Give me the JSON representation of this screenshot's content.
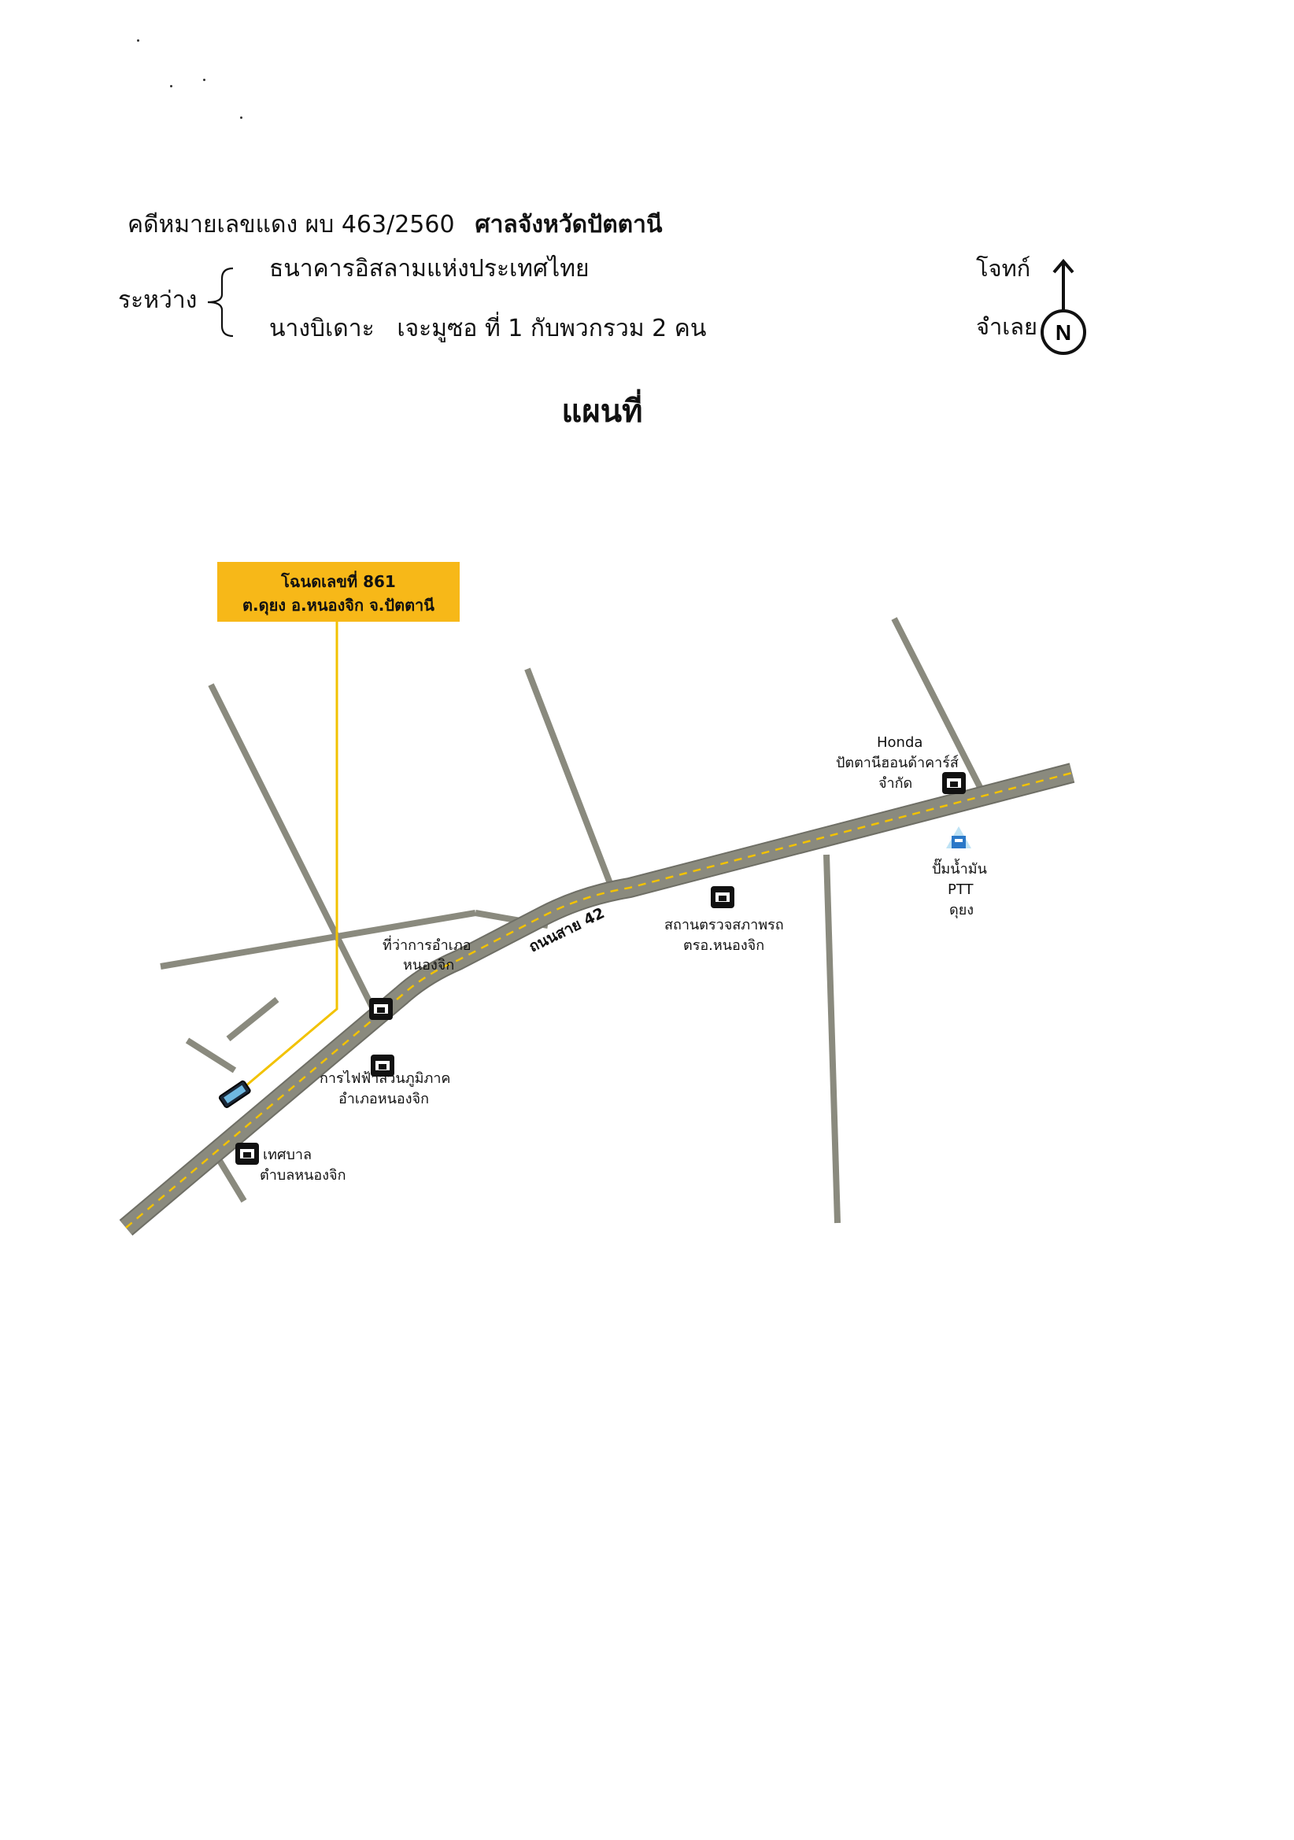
{
  "header": {
    "case_number": "คดีหมายเลขแดง ผบ 463/2560",
    "court": "ศาลจังหวัดปัตตานี",
    "between_label": "ระหว่าง",
    "plaintiff": "ธนาคารอิสลามแห่งประเทศไทย",
    "defendant": "นางบิเดาะ   เจะมูซอ ที่ 1 กับพวกรวม 2 คน",
    "plaintiff_role": "โจทก์",
    "defendant_role": "จำเลย",
    "compass_letter": "N"
  },
  "map": {
    "title": "แผนที่",
    "callout": {
      "line1": "โฉนดเลขที่ 861",
      "line2": "ต.ดุยง อ.หนองจิก จ.ปัตตานี"
    },
    "road_label": "ถนนสาย 42",
    "landmarks": {
      "district_office_1": "ที่ว่าการอำเภอ",
      "district_office_2": "หนองจิก",
      "pea_1": "การไฟฟ้าส่วนภูมิภาค",
      "pea_2": "อำเภอหนองจิก",
      "municipality_1": "เทศบาล",
      "municipality_2": "ตำบลหนองจิก",
      "inspection_1": "สถานตรวจสภาพรถ",
      "inspection_2": "ตรอ.หนองจิก",
      "honda_1": "Honda",
      "honda_2": "ปัตตานีฮอนด้าคาร์ส์",
      "honda_3": "จำกัด",
      "ptt_1": "ปั๊มน้ำมัน",
      "ptt_2": "PTT",
      "ptt_3": "ดุยง"
    },
    "colors": {
      "road": "#8a8a7e",
      "road_edge": "#6f6f66",
      "center_dash": "#f2c200",
      "callout_bg": "#f7b818",
      "callout_line": "#f2c200"
    }
  }
}
